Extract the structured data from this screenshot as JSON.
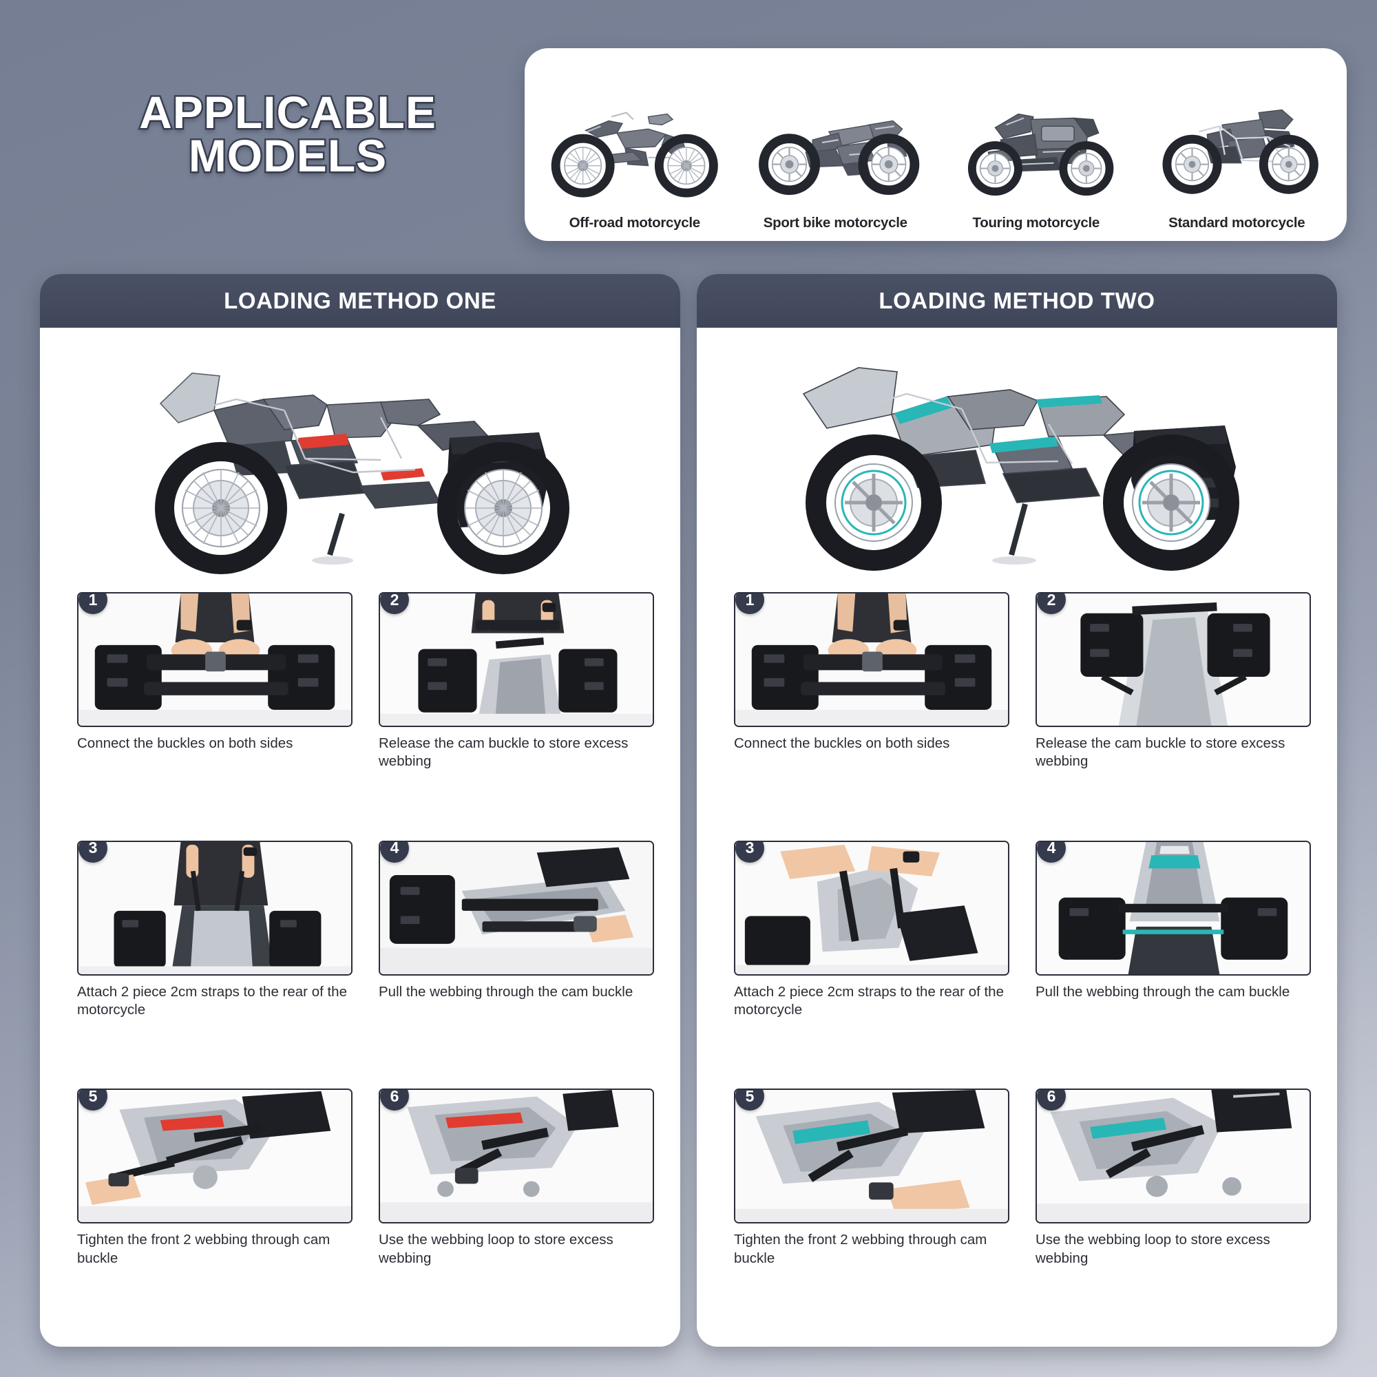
{
  "header": {
    "title_line1": "APPLICABLE",
    "title_line2": "MODELS"
  },
  "applicable_models": {
    "items": [
      {
        "label": "Off-road motorcycle",
        "icon": "off-road-motorcycle-icon"
      },
      {
        "label": "Sport bike motorcycle",
        "icon": "sport-bike-motorcycle-icon"
      },
      {
        "label": "Touring motorcycle",
        "icon": "touring-motorcycle-icon"
      },
      {
        "label": "Standard motorcycle",
        "icon": "standard-motorcycle-icon"
      }
    ]
  },
  "colors": {
    "background_top": "#757E93",
    "background_bottom": "#CED1DA",
    "header_bar": "#434A5E",
    "badge": "#353B4D",
    "frame_border": "#2B2F3A",
    "caption_text": "#2A2D34",
    "bike_accent_teal": "#29B6B6",
    "bike_accent_red": "#E03C31"
  },
  "methods": [
    {
      "title": "LOADING METHOD ONE",
      "hero_alt": "adventure-touring-motorcycle-with-saddlebags",
      "steps": [
        {
          "number": "1",
          "caption": "Connect the buckles on both sides",
          "photo": "hands-connecting-center-buckle-between-two-black-saddlebags"
        },
        {
          "number": "2",
          "caption": "Release the cam buckle to store excess webbing",
          "photo": "hands-releasing-cam-buckle-over-motorcycle-seat"
        },
        {
          "number": "3",
          "caption": "Attach 2 piece 2cm straps to the rear of the motorcycle",
          "photo": "person-placing-saddlebags-over-rear-seat"
        },
        {
          "number": "4",
          "caption": "Pull the webbing through the cam buckle",
          "photo": "hand-pulling-webbing-through-cam-buckle-on-rear-rack"
        },
        {
          "number": "5",
          "caption": "Tighten the front 2 webbing through cam buckle",
          "photo": "hand-tightening-front-webbing-on-motorcycle-side"
        },
        {
          "number": "6",
          "caption": "Use the webbing loop to store excess webbing",
          "photo": "excess-webbing-stored-in-loop-on-motorcycle-frame"
        }
      ]
    },
    {
      "title": "LOADING METHOD TWO",
      "hero_alt": "silver-teal-sport-bike-motorcycle-with-saddlebags",
      "steps": [
        {
          "number": "1",
          "caption": "Connect the buckles on both sides",
          "photo": "hands-connecting-center-buckle-between-two-black-saddlebags"
        },
        {
          "number": "2",
          "caption": "Release the cam buckle to store excess webbing",
          "photo": "saddlebags-draped-over-sport-bike-tail-section"
        },
        {
          "number": "3",
          "caption": "Attach 2 piece 2cm straps to the rear of the motorcycle",
          "photo": "hands-routing-strap-around-sport-bike-rear"
        },
        {
          "number": "4",
          "caption": "Pull the webbing through the cam buckle",
          "photo": "rear-view-of-saddlebags-mounted-on-sport-bike-tail"
        },
        {
          "number": "5",
          "caption": "Tighten the front 2 webbing through cam buckle",
          "photo": "hand-tightening-front-webbing-on-sport-bike-fairing"
        },
        {
          "number": "6",
          "caption": "Use the webbing loop to store excess webbing",
          "photo": "excess-webbing-looped-near-sport-bike-fairing"
        }
      ]
    }
  ]
}
